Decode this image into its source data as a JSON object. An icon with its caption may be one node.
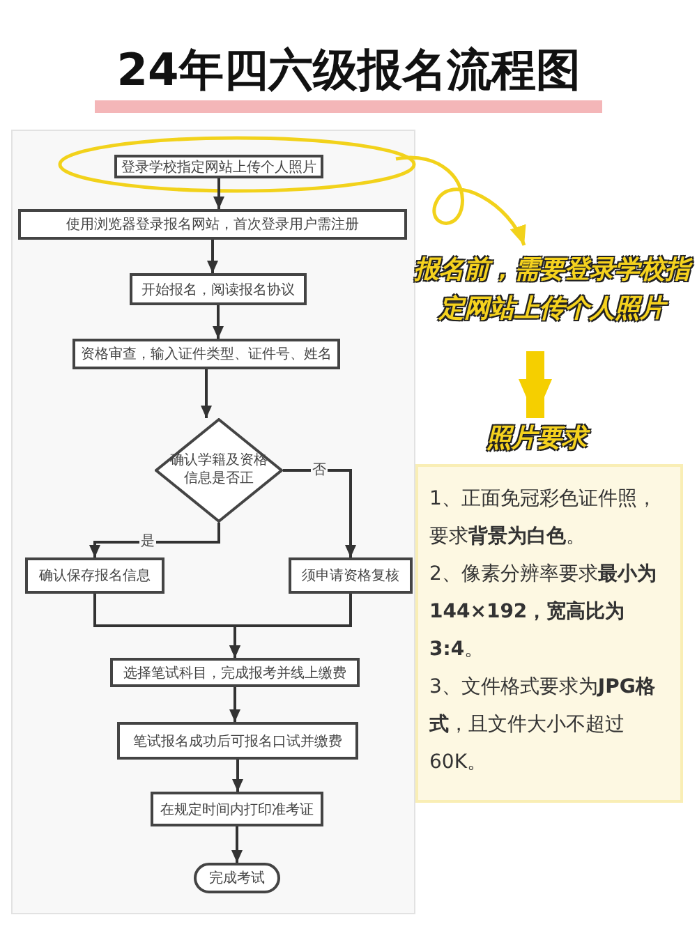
{
  "diagram": {
    "title": "24年四六级报名流程图",
    "nodes": [
      {
        "text": [
          "登录学校指定网站上传个人照片"
        ]
      },
      {
        "text": [
          "使用浏览器登录报名网站，首次登录用户需注册"
        ]
      },
      {
        "text": [
          "开始报名，阅读报名协议"
        ]
      },
      {
        "text": [
          "资格审查，输入证件类型、证件号、姓名"
        ]
      },
      {
        "text": [
          "确认学籍及资格信息是否正"
        ]
      },
      {
        "text": [
          "确认保存报名信息"
        ]
      },
      {
        "text": [
          "须申请资格复核"
        ]
      },
      {
        "text": [
          "选择笔试科目，完成报考并线上缴费"
        ]
      },
      {
        "text": [
          "笔试报名成功后可报名口试并缴费"
        ]
      },
      {
        "text": [
          "在规定时间内打印准考证"
        ]
      },
      {
        "text": [
          "完成考试"
        ]
      },
      {
        "text": [
          "报名前，需要登录学校指定网站上传个人照片"
        ]
      },
      {
        "text": [
          "照片要求"
        ]
      },
      {
        "text": [
          "1、正面免冠彩色证件照，要求**背景为白色**。",
          "2、像素分辨率要求**最小为144×192，宽高比为3:4**。",
          "3、文件格式要求为**JPG格式**，且文件大小不超过60K。"
        ]
      }
    ],
    "edges": [
      {
        "from": 0,
        "to": 1,
        "arrow": "to"
      },
      {
        "from": 1,
        "to": 2,
        "arrow": "to"
      },
      {
        "from": 2,
        "to": 3,
        "arrow": "to"
      },
      {
        "from": 3,
        "to": 4,
        "arrow": "to"
      },
      {
        "from": 4,
        "to": 5,
        "arrow": "to",
        "label": "是"
      },
      {
        "from": 4,
        "to": 6,
        "arrow": "to",
        "label": "否"
      },
      {
        "from": 5,
        "to": 7,
        "arrow": "to"
      },
      {
        "from": 6,
        "to": 7,
        "arrow": "to"
      },
      {
        "from": 7,
        "to": 8,
        "arrow": "to"
      },
      {
        "from": 8,
        "to": 9,
        "arrow": "to"
      },
      {
        "from": 9,
        "to": 10,
        "arrow": "to"
      },
      {
        "from": 0,
        "to": 11,
        "arrow": "to",
        "color": "#f2d21b"
      },
      {
        "from": 11,
        "to": 12,
        "arrow": "to",
        "style": "thick",
        "color": "#f5cf00"
      }
    ]
  }
}
